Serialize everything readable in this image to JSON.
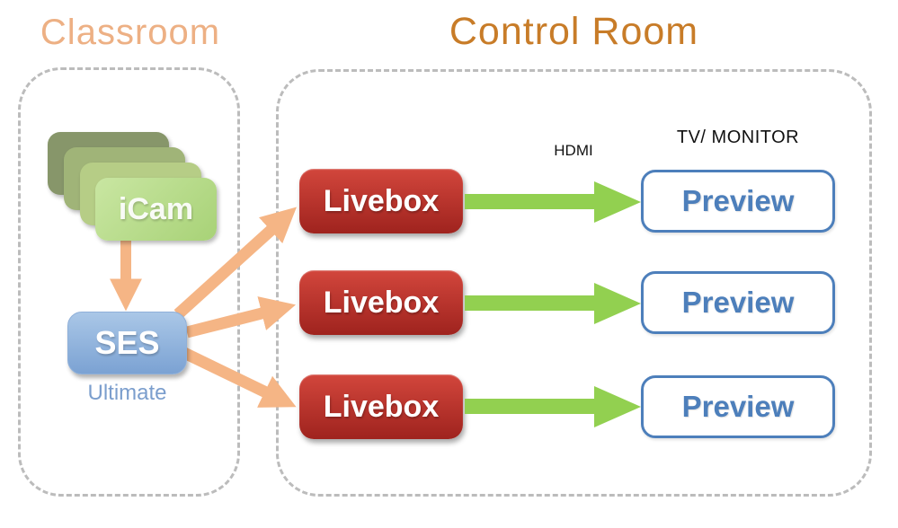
{
  "sections": {
    "classroom": {
      "title": "Classroom"
    },
    "control_room": {
      "title": "Control Room"
    }
  },
  "classroom": {
    "icam_label": "iCam",
    "icam_stack_count": 4,
    "ses_label": "SES",
    "ses_sublabel": "Ultimate"
  },
  "control_room": {
    "hdmi_label": "HDMI",
    "monitor_label": "TV/ MONITOR",
    "rows": [
      {
        "source": "Livebox",
        "target": "Preview"
      },
      {
        "source": "Livebox",
        "target": "Preview"
      },
      {
        "source": "Livebox",
        "target": "Preview"
      }
    ]
  },
  "colors": {
    "classroom_title": "#edb084",
    "control_room_title": "#c87c28",
    "orange_arrow": "#f5b585",
    "green_arrow": "#92d050",
    "livebox_red_top": "#d2463c",
    "livebox_red_bottom": "#9f231e",
    "ses_blue_top": "#aac7e7",
    "ses_blue_bottom": "#7ba2d3",
    "preview_blue": "#4d7fbb",
    "icam_front_green": "#b7dc8d",
    "icam_back_olive": "#87966a",
    "dashed_border": "#bcbcbc"
  }
}
